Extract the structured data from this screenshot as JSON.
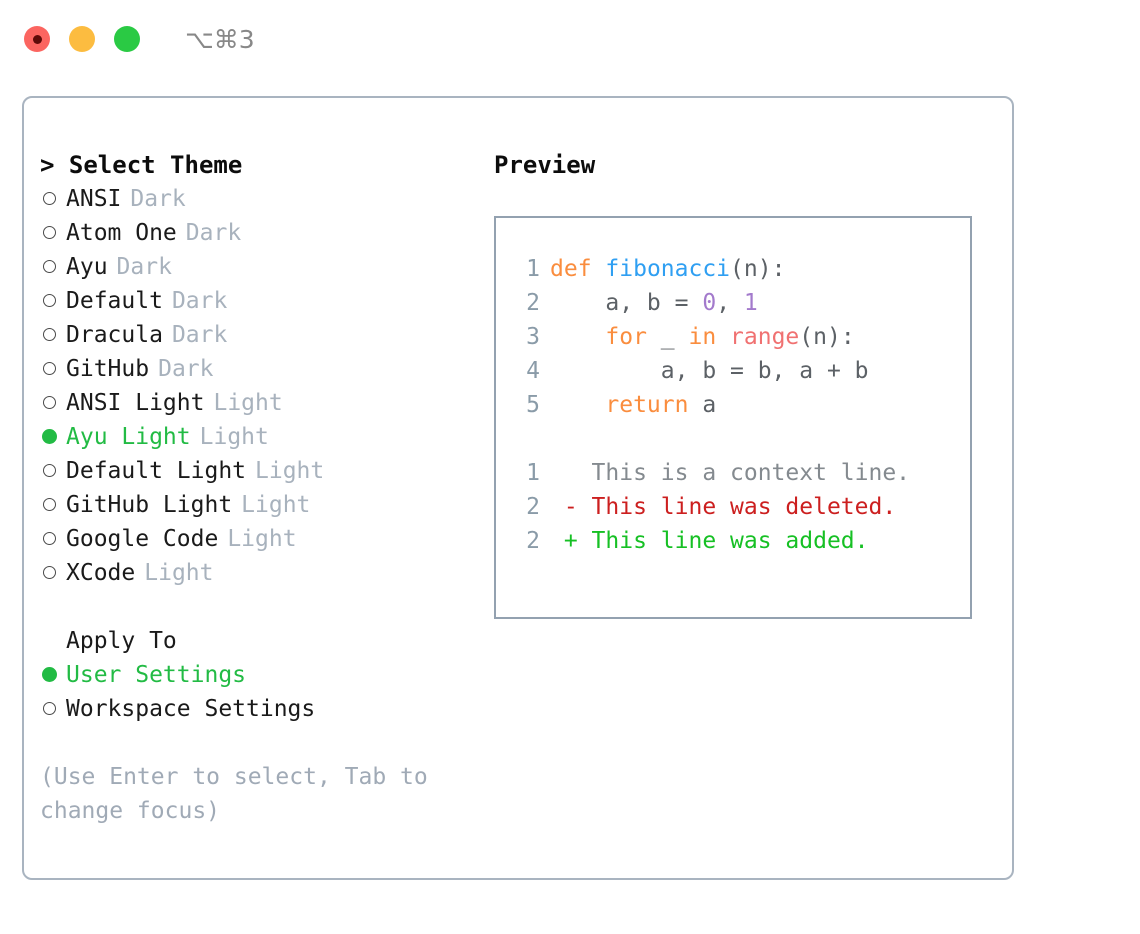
{
  "window": {
    "shortcut_title": "⌥⌘3",
    "traffic_lights": [
      "close-button",
      "minimize-button",
      "maximize-button"
    ]
  },
  "theme_picker": {
    "heading": "> Select Theme",
    "items": [
      {
        "marker": "○",
        "name": "ANSI",
        "tag": "Dark",
        "selected": false
      },
      {
        "marker": "○",
        "name": "Atom One",
        "tag": "Dark",
        "selected": false
      },
      {
        "marker": "○",
        "name": "Ayu",
        "tag": "Dark",
        "selected": false
      },
      {
        "marker": "○",
        "name": "Default",
        "tag": "Dark",
        "selected": false
      },
      {
        "marker": "○",
        "name": "Dracula",
        "tag": "Dark",
        "selected": false
      },
      {
        "marker": "○",
        "name": "GitHub",
        "tag": "Dark",
        "selected": false
      },
      {
        "marker": "○",
        "name": "ANSI Light",
        "tag": "Light",
        "selected": false
      },
      {
        "marker": "●",
        "name": "Ayu Light",
        "tag": "Light",
        "selected": true
      },
      {
        "marker": "○",
        "name": "Default Light",
        "tag": "Light",
        "selected": false
      },
      {
        "marker": "○",
        "name": "GitHub Light",
        "tag": "Light",
        "selected": false
      },
      {
        "marker": "○",
        "name": "Google Code",
        "tag": "Light",
        "selected": false
      },
      {
        "marker": "○",
        "name": "XCode",
        "tag": "Light",
        "selected": false
      }
    ]
  },
  "apply_to": {
    "heading": "Apply To",
    "items": [
      {
        "marker": "●",
        "name": "User Settings",
        "selected": true
      },
      {
        "marker": "○",
        "name": "Workspace Settings",
        "selected": false
      }
    ]
  },
  "hint": "(Use Enter to select, Tab to change focus)",
  "preview": {
    "heading": "Preview",
    "code": [
      {
        "ln": "1",
        "tokens": [
          {
            "t": "def",
            "c": "kw"
          },
          {
            "t": " ",
            "c": "pln"
          },
          {
            "t": "fibonacci",
            "c": "fn"
          },
          {
            "t": "(n):",
            "c": "punc"
          }
        ]
      },
      {
        "ln": "2",
        "tokens": [
          {
            "t": "    a, b = ",
            "c": "pln"
          },
          {
            "t": "0",
            "c": "num"
          },
          {
            "t": ", ",
            "c": "pln"
          },
          {
            "t": "1",
            "c": "num"
          }
        ]
      },
      {
        "ln": "3",
        "tokens": [
          {
            "t": "    ",
            "c": "pln"
          },
          {
            "t": "for",
            "c": "kw"
          },
          {
            "t": " _ ",
            "c": "pln"
          },
          {
            "t": "in",
            "c": "kw"
          },
          {
            "t": " ",
            "c": "pln"
          },
          {
            "t": "range",
            "c": "bi"
          },
          {
            "t": "(n):",
            "c": "punc"
          }
        ]
      },
      {
        "ln": "4",
        "tokens": [
          {
            "t": "        a, b = b, a + b",
            "c": "pln"
          }
        ]
      },
      {
        "ln": "5",
        "tokens": [
          {
            "t": "    ",
            "c": "pln"
          },
          {
            "t": "return",
            "c": "kw"
          },
          {
            "t": " a",
            "c": "pln"
          }
        ]
      }
    ],
    "diff": [
      {
        "ln": "1",
        "sign": " ",
        "text": " This is a context line.",
        "kind": "ctx"
      },
      {
        "ln": "2",
        "sign": "-",
        "text": " This line was deleted.",
        "kind": "del"
      },
      {
        "ln": "2",
        "sign": "+",
        "text": " This line was added.",
        "kind": "add"
      }
    ]
  },
  "colors": {
    "accent_green": "#22BB44",
    "keyword_orange": "#FA8D3E",
    "function_blue": "#2F9FF2",
    "number_purple": "#A37ACC",
    "builtin_red": "#F07171",
    "diff_deleted": "#CC1F1F",
    "diff_added": "#16C024",
    "tag_gray": "#A8B2BD",
    "border_gray": "#A9B4C0"
  }
}
